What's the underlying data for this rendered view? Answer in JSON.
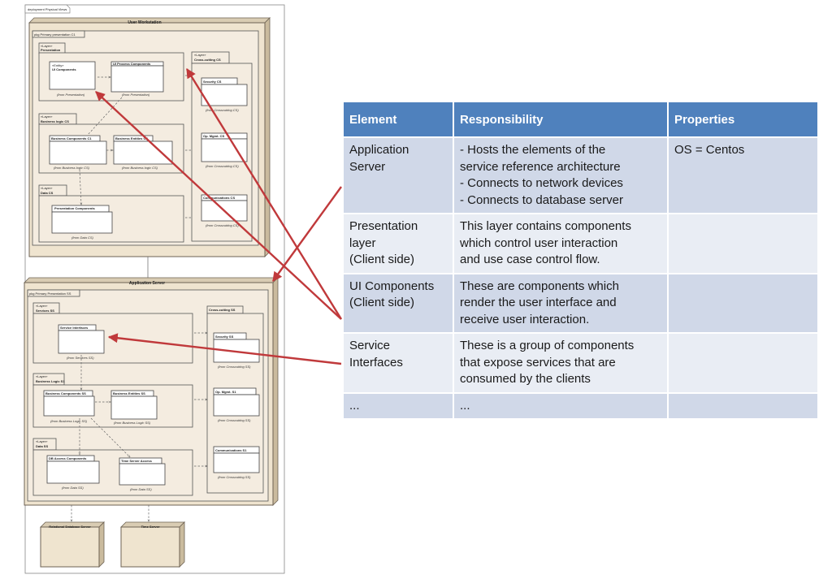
{
  "diagram": {
    "frame_title": "deployment Physical Views",
    "user_workstation": {
      "node_title": "User Workstation",
      "package_title": "pkg Primary presentation C1",
      "presentation_layer": {
        "stereotype": "«Layer»",
        "name": "Presentation"
      },
      "ui_components": {
        "stereotype": "«Entity»",
        "name": "UI Components"
      },
      "ui_process": {
        "name": "UI Process Components",
        "from": "(from Presentation)"
      },
      "ui_from": "(from Presentation)",
      "crosscutting": {
        "stereotype": "«Layer»",
        "name": "Cross-cutting CS"
      },
      "security": {
        "name": "Security CS",
        "from": "(from Crosscutting CS)"
      },
      "op_mgmt": {
        "name": "Op. Mgmt. CS",
        "from": "(from Crosscutting CS)"
      },
      "communications": {
        "name": "Communications CS",
        "from": "(from Crosscutting CS)"
      },
      "business_layer": {
        "stereotype": "«Layer»",
        "name": "Business logic CS"
      },
      "business_components": {
        "name": "Business Components C1",
        "from": "(from Business logic CS)"
      },
      "business_entities": {
        "name": "Business Entities CS",
        "from": "(from Business logic CS)"
      },
      "data_layer": {
        "stereotype": "«Layer»",
        "name": "Data CS"
      },
      "presentation_components": {
        "name": "Presentation Components",
        "from": "(from Data CS)"
      }
    },
    "application_server": {
      "node_title": "Application Server",
      "package_title": "pkg Primary Presentation SS",
      "services_layer": {
        "stereotype": "«Layer»",
        "name": "Services SS"
      },
      "service_interfaces": {
        "name": "Service Interfaces",
        "from": "(from Services SS)"
      },
      "crosscutting": {
        "name": "Cross-cutting SS"
      },
      "security": {
        "name": "Security SS",
        "from": "(from Crosscutting SS)"
      },
      "op_mgmt": {
        "name": "Op. Mgmt. S1",
        "from": "(from Crosscutting SS)"
      },
      "communications": {
        "name": "Communications S1",
        "from": "(from Crosscutting SS)"
      },
      "business_layer": {
        "stereotype": "«Layer»",
        "name": "Business Logic S1"
      },
      "business_components": {
        "name": "Business Components SS",
        "from": "(from Business Logic SS)"
      },
      "business_entities": {
        "name": "Business Entities SS",
        "from": "(from Business Logic SS)"
      },
      "data_layer": {
        "stereotype": "«Layer»",
        "name": "Data SS"
      },
      "db_access": {
        "name": "DB Access Components",
        "from": "(from Data SS)"
      },
      "time_server_access": {
        "name": "Time Server Access",
        "from": "(from Data SS)"
      }
    },
    "relational_db": {
      "name": "Relational Database Server"
    },
    "time_server": {
      "name": "Time Server"
    },
    "arrow_color": "#c0393b"
  },
  "table": {
    "header_color": "#4f81bd",
    "row_colors": [
      "#d0d8e8",
      "#e9edf4"
    ],
    "headers": [
      "Element",
      "Responsibility",
      "Properties"
    ],
    "rows": [
      {
        "element": "Application\nServer",
        "responsibility": "- Hosts the elements of the\nservice reference architecture\n- Connects to network devices\n- Connects to database server",
        "properties": "OS = Centos"
      },
      {
        "element": "Presentation\nlayer\n(Client side)",
        "responsibility": "This layer contains components\nwhich control user interaction\nand use case control flow.",
        "properties": ""
      },
      {
        "element": "UI Components\n(Client side)",
        "responsibility": "These are components which\nrender the user interface and\nreceive user interaction.",
        "properties": ""
      },
      {
        "element": "Service\nInterfaces",
        "responsibility": "These is a group of components\nthat expose services that are\nconsumed by the clients",
        "properties": ""
      },
      {
        "element": "...",
        "responsibility": "...",
        "properties": ""
      }
    ]
  }
}
